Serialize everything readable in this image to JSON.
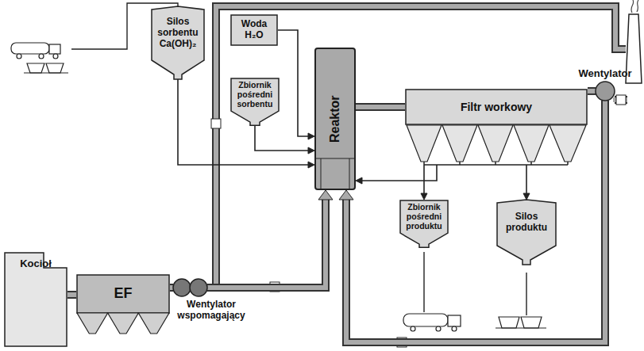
{
  "diagram": {
    "nodes": [
      {
        "text": [
          "Silos sorbentu Ca(OH)₂"
        ]
      },
      {
        "text": [
          "Woda H₂O"
        ]
      },
      {
        "text": [
          "Zbiornik pośredni sorbentu"
        ]
      },
      {
        "text": [
          "Reaktor"
        ]
      },
      {
        "text": [
          "Filtr workowy"
        ]
      },
      {
        "text": [
          "Wentylator"
        ]
      },
      {
        "text": [
          "Zbiornik pośredni produktu"
        ]
      },
      {
        "text": [
          "Silos produktu"
        ]
      },
      {
        "text": [
          "Kocioł"
        ]
      },
      {
        "text": [
          "EF"
        ]
      },
      {
        "text": [
          "Wentylator wspomagający"
        ]
      }
    ],
    "edges": [
      {
        "from": 8,
        "to": 9,
        "arrow": "none"
      },
      {
        "from": 9,
        "to": 10,
        "arrow": "none"
      },
      {
        "from": 10,
        "to": 3,
        "arrow": "to"
      },
      {
        "from": 0,
        "to": 3,
        "arrow": "to"
      },
      {
        "from": 2,
        "to": 3,
        "arrow": "to"
      },
      {
        "from": 1,
        "to": 3,
        "arrow": "to"
      },
      {
        "from": 3,
        "to": 4,
        "arrow": "none"
      },
      {
        "from": 4,
        "to": 5,
        "arrow": "none"
      },
      {
        "from": 5,
        "to": 3,
        "arrow": "to"
      },
      {
        "from": 4,
        "to": 3,
        "arrow": "to"
      },
      {
        "from": 4,
        "to": 6,
        "arrow": "to"
      },
      {
        "from": 4,
        "to": 7,
        "arrow": "to"
      }
    ]
  }
}
